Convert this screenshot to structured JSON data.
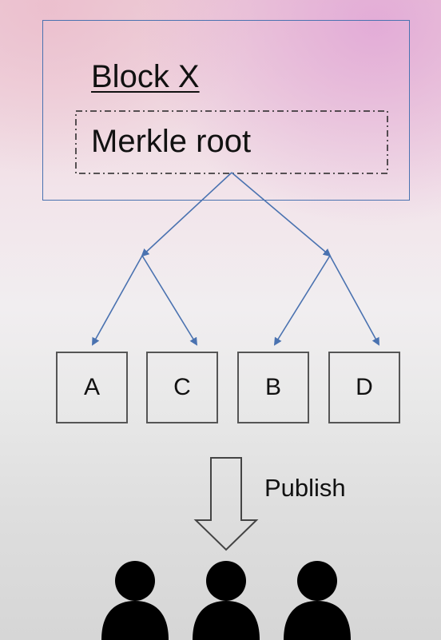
{
  "block": {
    "title": "Block X",
    "merkle_root_label": "Merkle root"
  },
  "leaves": [
    "A",
    "C",
    "B",
    "D"
  ],
  "publish": {
    "label": "Publish"
  },
  "people": [
    "person-icon",
    "person-icon",
    "person-icon"
  ],
  "colors": {
    "box_border": "#4a72b0",
    "arrow": "#4a72b0",
    "leaf_border": "#555555",
    "people": "#000000"
  }
}
